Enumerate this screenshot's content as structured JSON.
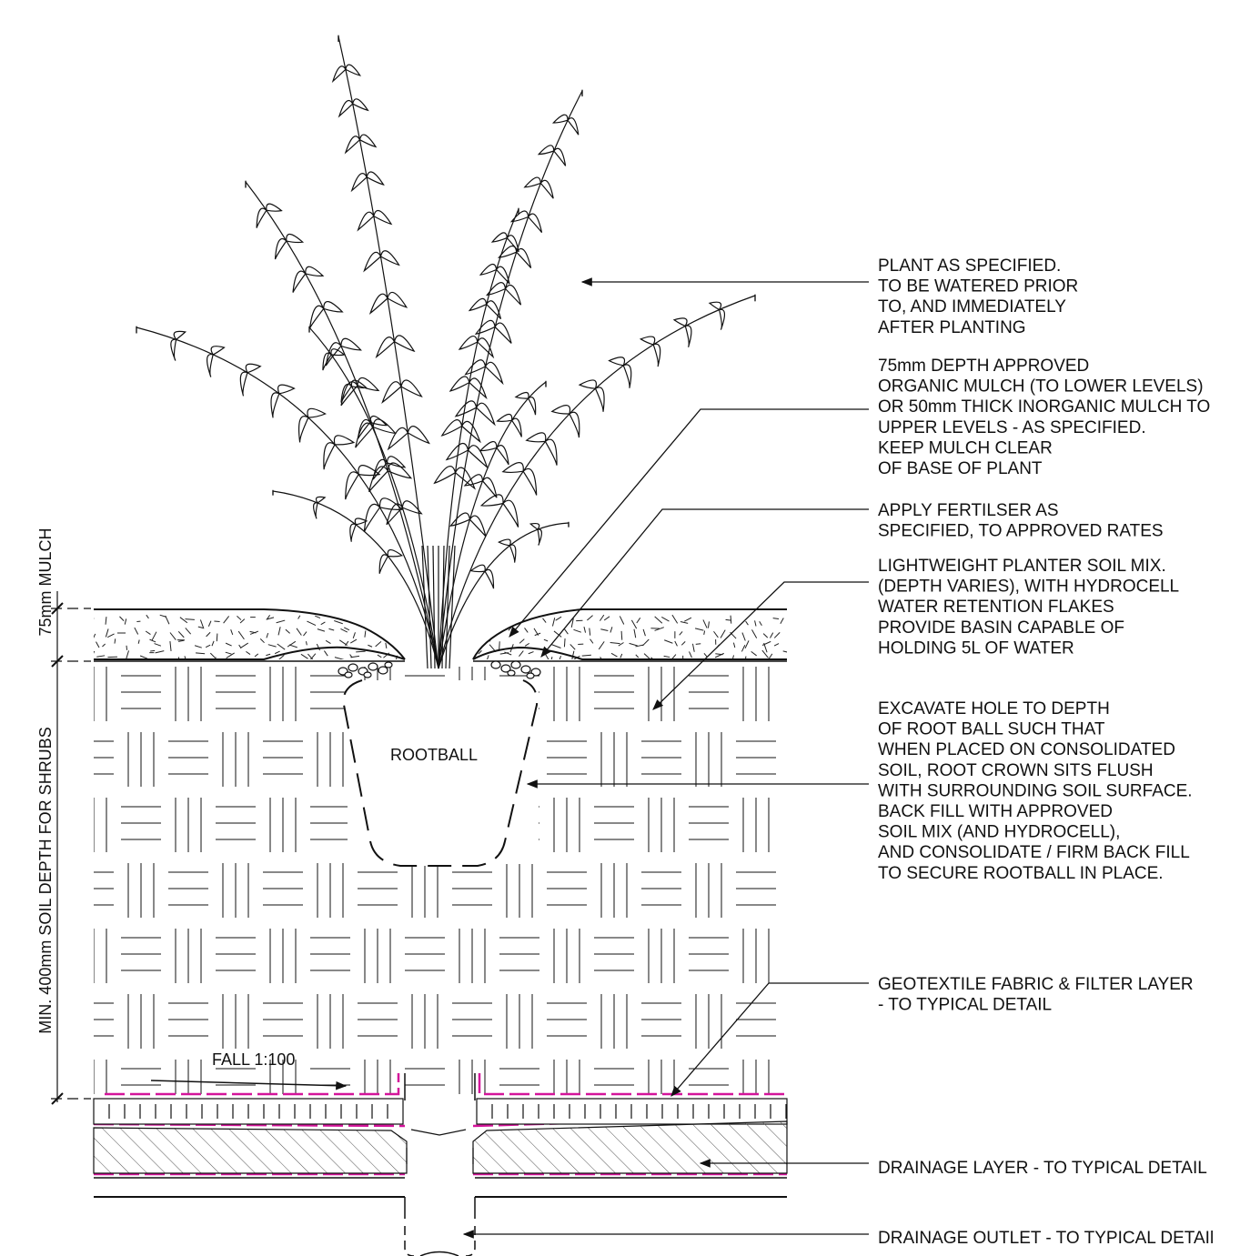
{
  "colors": {
    "line": "#111111",
    "membrane": "#d4149a",
    "background": "#ffffff"
  },
  "dimensions": {
    "mulch": "75mm MULCH",
    "soil_depth": "MIN. 400mm SOIL DEPTH FOR SHRUBS"
  },
  "labels": {
    "rootball": "ROOTBALL",
    "fall": "FALL 1:100"
  },
  "notes": [
    {
      "lines": [
        "PLANT AS SPECIFIED.",
        "TO BE WATERED PRIOR",
        "TO, AND IMMEDIATELY",
        "AFTER PLANTING"
      ]
    },
    {
      "lines": [
        "75mm DEPTH APPROVED",
        "ORGANIC MULCH (TO LOWER LEVELS)",
        "OR 50mm THICK INORGANIC MULCH TO",
        "UPPER LEVELS - AS SPECIFIED.",
        "KEEP MULCH CLEAR",
        "OF BASE OF PLANT"
      ]
    },
    {
      "lines": [
        "APPLY FERTILSER AS",
        "SPECIFIED, TO APPROVED RATES"
      ]
    },
    {
      "lines": [
        "LIGHTWEIGHT PLANTER SOIL MIX.",
        "(DEPTH VARIES), WITH HYDROCELL",
        "WATER RETENTION FLAKES",
        "PROVIDE BASIN CAPABLE OF",
        "HOLDING 5L OF WATER"
      ]
    },
    {
      "lines": [
        "EXCAVATE HOLE TO DEPTH",
        "OF ROOT BALL SUCH THAT",
        "WHEN PLACED ON CONSOLIDATED",
        "SOIL, ROOT CROWN SITS FLUSH",
        "WITH SURROUNDING SOIL SURFACE.",
        "BACK FILL WITH APPROVED",
        "SOIL MIX (AND HYDROCELL),",
        "AND CONSOLIDATE / FIRM BACK FILL",
        "TO SECURE ROOTBALL IN PLACE."
      ]
    },
    {
      "lines": [
        "GEOTEXTILE FABRIC & FILTER LAYER",
        "- TO TYPICAL DETAIL"
      ]
    },
    {
      "lines": [
        "DRAINAGE LAYER - TO TYPICAL DETAIL"
      ]
    },
    {
      "lines": [
        "DRAINAGE OUTLET - TO TYPICAL DETAIl"
      ]
    }
  ]
}
